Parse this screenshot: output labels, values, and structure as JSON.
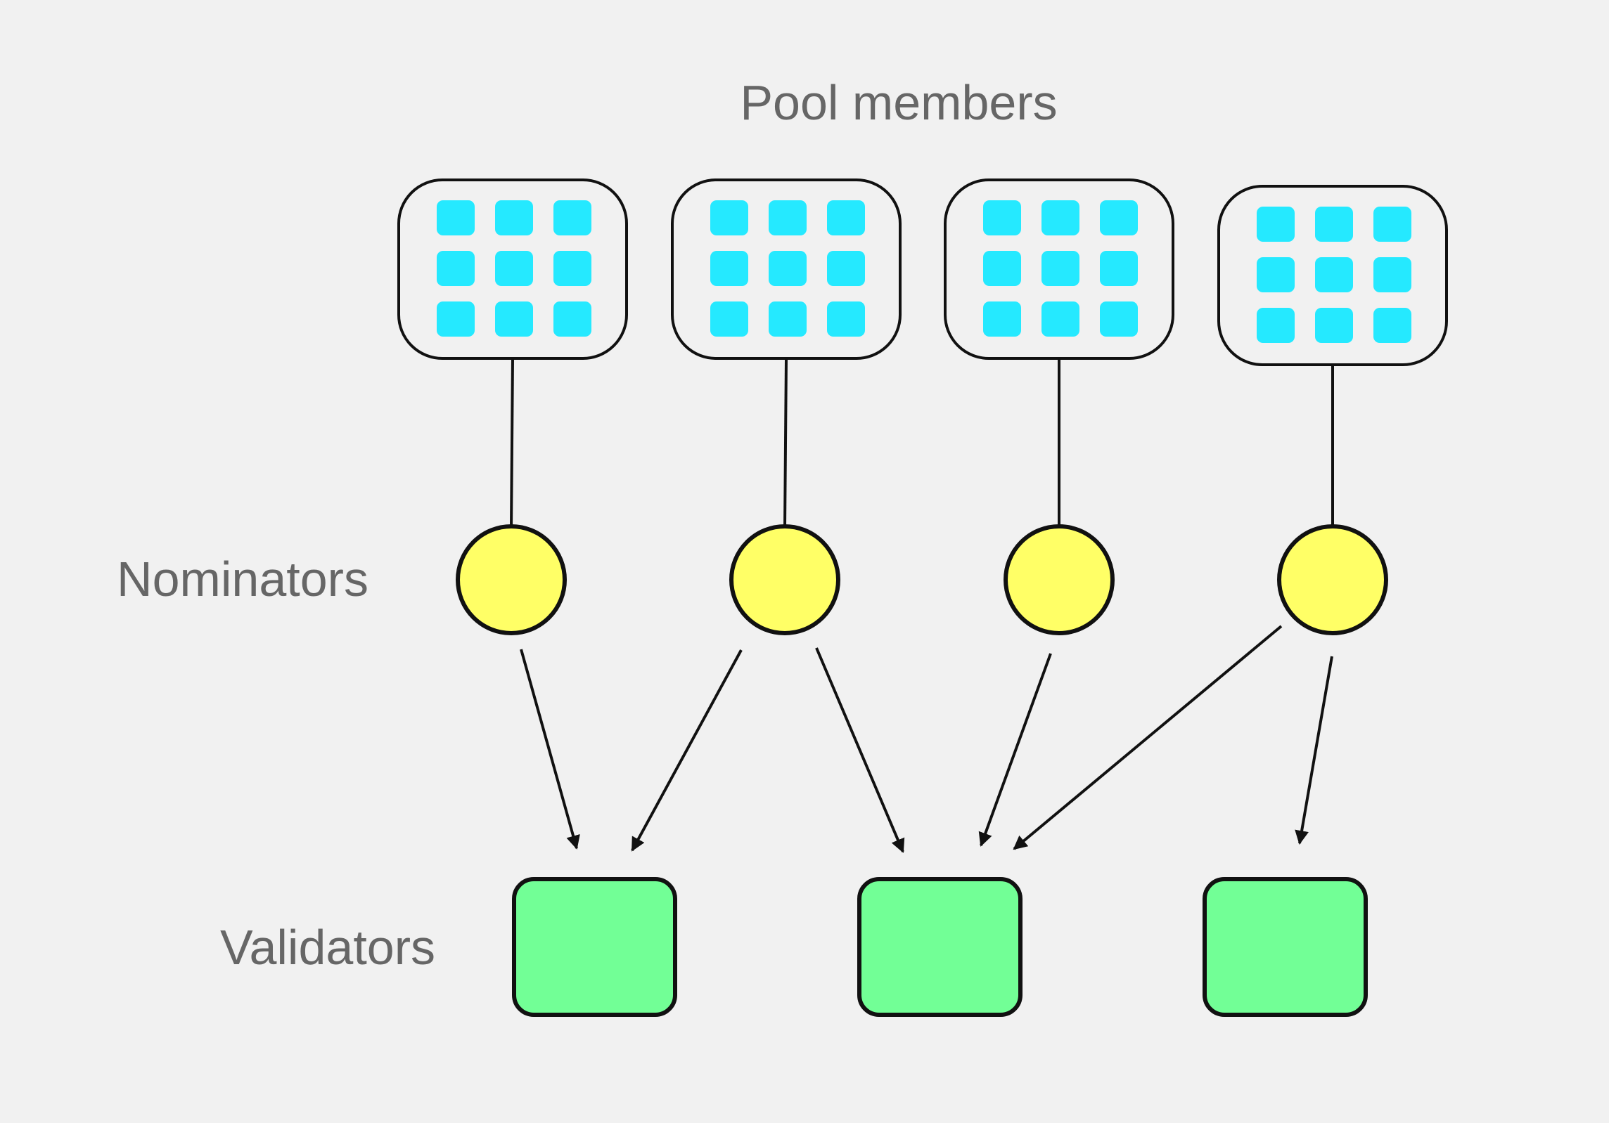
{
  "labels": {
    "pool_members": "Pool members",
    "nominators": "Nominators",
    "validators": "Validators"
  },
  "colors": {
    "background": "#f1f1f1",
    "member": "#25e9ff",
    "nominator": "#ffff66",
    "validator": "#72ff96",
    "stroke": "#111111",
    "label": "#666666"
  },
  "diagram": {
    "pools": [
      {
        "members": 9,
        "nominator": 0
      },
      {
        "members": 9,
        "nominator": 1
      },
      {
        "members": 9,
        "nominator": 2
      },
      {
        "members": 9,
        "nominator": 3
      }
    ],
    "nominators": 4,
    "validators": 3,
    "nominations": [
      {
        "from": 0,
        "to": 0
      },
      {
        "from": 1,
        "to": 0
      },
      {
        "from": 1,
        "to": 1
      },
      {
        "from": 2,
        "to": 1
      },
      {
        "from": 3,
        "to": 1
      },
      {
        "from": 3,
        "to": 2
      }
    ]
  }
}
